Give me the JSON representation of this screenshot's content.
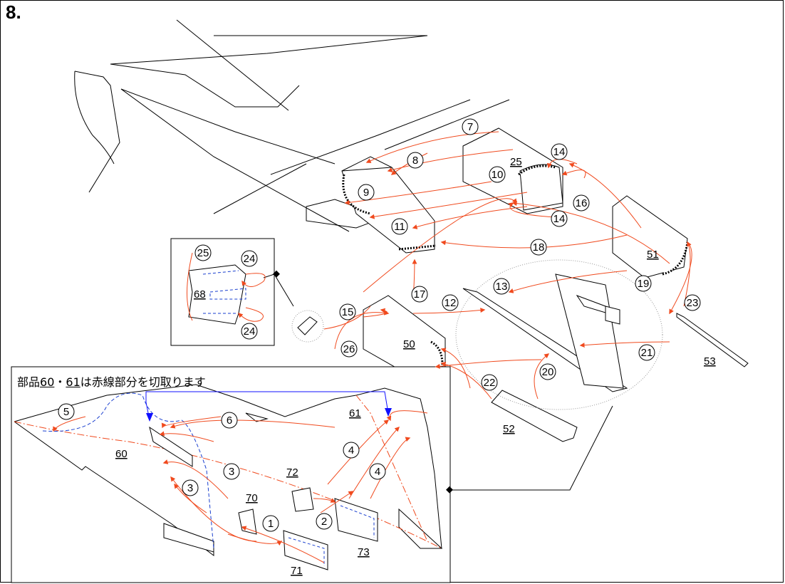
{
  "step_number": "8.",
  "note": {
    "prefix": "部品",
    "part_a": "60",
    "separator": "・",
    "part_b": "61",
    "suffix": "は赤線部分を切取ります"
  },
  "part_labels": [
    "25",
    "51",
    "68",
    "50",
    "52",
    "53",
    "60",
    "61",
    "72",
    "70",
    "71",
    "73"
  ],
  "callouts": [
    "7",
    "8",
    "14",
    "10",
    "9",
    "16",
    "11",
    "14",
    "18",
    "25",
    "24",
    "13",
    "19",
    "17",
    "15",
    "12",
    "23",
    "21",
    "26",
    "20",
    "22",
    "24",
    "5",
    "6",
    "4",
    "4",
    "3",
    "3",
    "1",
    "2"
  ],
  "colors": {
    "arrow": "#f04a1e",
    "fold_line": "#f04a1e",
    "hidden_line": "#1a3fcf",
    "leader_blue": "#1010ff",
    "outline": "#000000"
  }
}
